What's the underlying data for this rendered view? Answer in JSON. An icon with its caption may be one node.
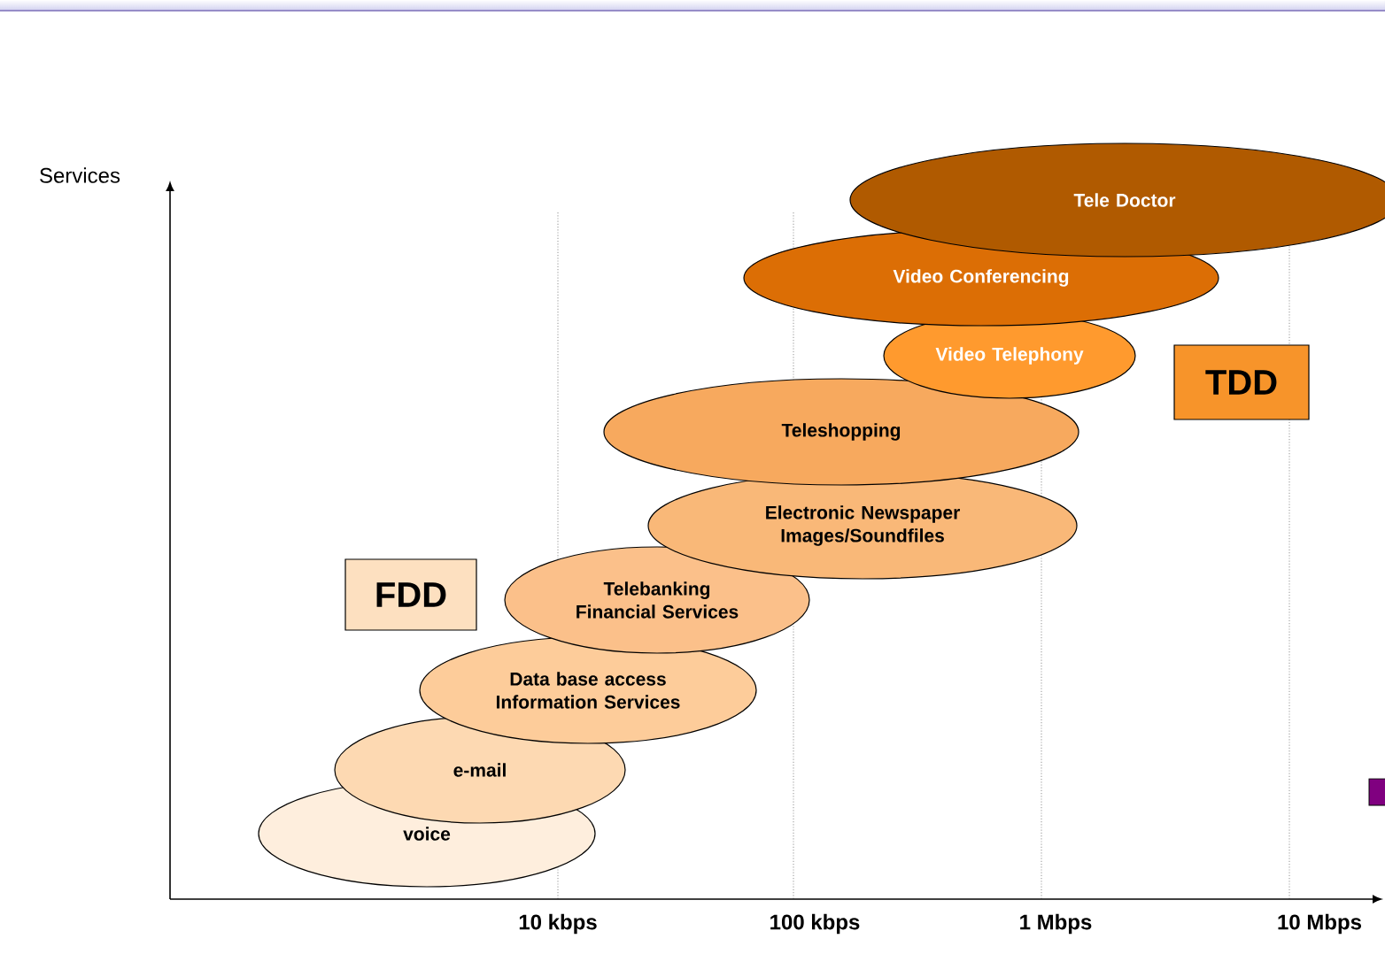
{
  "diagram": {
    "nodes": [
      {
        "text": [
          "Tele Doctor"
        ]
      },
      {
        "text": [
          "Video Conferencing"
        ]
      },
      {
        "text": [
          "Video Telephony"
        ]
      },
      {
        "text": [
          "TDD"
        ]
      },
      {
        "text": [
          "Teleshopping"
        ]
      },
      {
        "text": [
          "Electronic Newspaper Images/Soundfiles"
        ]
      },
      {
        "text": [
          "FDD"
        ]
      },
      {
        "text": [
          "Telebanking Financial Services"
        ]
      },
      {
        "text": [
          "Data base access Information Services"
        ]
      },
      {
        "text": [
          "e-mail"
        ]
      },
      {
        "text": [
          "voice"
        ]
      }
    ],
    "labels": [
      "Services",
      "10 kbps",
      "100 kbps",
      "1 Mbps",
      "10 Mbps"
    ]
  }
}
